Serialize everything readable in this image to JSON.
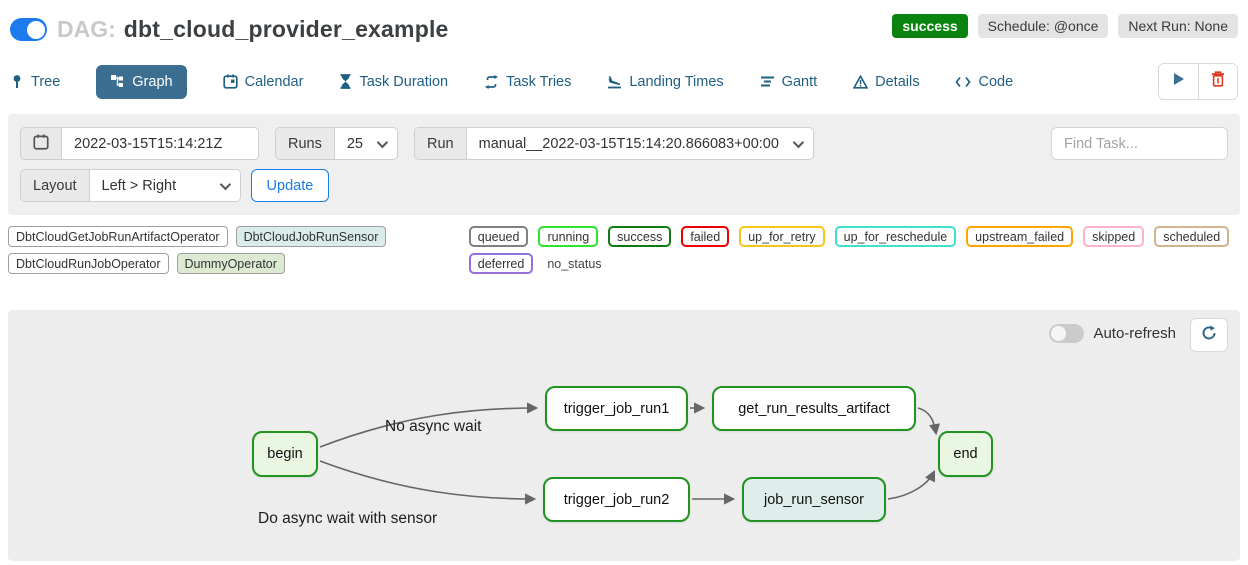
{
  "header": {
    "dag_prefix": "DAG:",
    "dag_title": "dbt_cloud_provider_example",
    "status_badge": "success",
    "schedule_badge": "Schedule: @once",
    "next_run_badge": "Next Run: None"
  },
  "tabs": [
    {
      "label": "Tree",
      "icon": "tree-icon",
      "active": false
    },
    {
      "label": "Graph",
      "icon": "graph-icon",
      "active": true
    },
    {
      "label": "Calendar",
      "icon": "calendar-icon",
      "active": false
    },
    {
      "label": "Task Duration",
      "icon": "hourglass-icon",
      "active": false
    },
    {
      "label": "Task Tries",
      "icon": "repeat-icon",
      "active": false
    },
    {
      "label": "Landing Times",
      "icon": "plane-landing-icon",
      "active": false
    },
    {
      "label": "Gantt",
      "icon": "gantt-icon",
      "active": false
    },
    {
      "label": "Details",
      "icon": "warning-triangle-icon",
      "active": false
    },
    {
      "label": "Code",
      "icon": "code-icon",
      "active": false
    }
  ],
  "dag_actions": {
    "play": "trigger-dag-button",
    "delete": "delete-dag-button"
  },
  "filters": {
    "base_date_value": "2022-03-15T15:14:21Z",
    "runs_label": "Runs",
    "runs_value": "25",
    "run_label": "Run",
    "run_value": "manual__2022-03-15T15:14:20.866083+00:00",
    "find_task_placeholder": "Find Task...",
    "layout_label": "Layout",
    "layout_value": "Left > Right",
    "update_label": "Update"
  },
  "legend": {
    "operators": [
      {
        "label": "DbtCloudGetJobRunArtifactOperator",
        "fill": "#ffffff"
      },
      {
        "label": "DbtCloudJobRunSensor",
        "fill": "#d9ece9"
      },
      {
        "label": "DbtCloudRunJobOperator",
        "fill": "#ffffff"
      },
      {
        "label": "DummyOperator",
        "fill": "#dcead2"
      }
    ],
    "statuses": [
      {
        "label": "queued",
        "color": "#808080"
      },
      {
        "label": "running",
        "color": "#2ce52c"
      },
      {
        "label": "success",
        "color": "#0e7c12"
      },
      {
        "label": "failed",
        "color": "#ee0000"
      },
      {
        "label": "up_for_retry",
        "color": "#f5c518"
      },
      {
        "label": "up_for_reschedule",
        "color": "#40e0d0"
      },
      {
        "label": "upstream_failed",
        "color": "#ffa500"
      },
      {
        "label": "skipped",
        "color": "#ffb3c8"
      },
      {
        "label": "scheduled",
        "color": "#d2b48c"
      },
      {
        "label": "deferred",
        "color": "#9370db"
      }
    ],
    "no_status_label": "no_status"
  },
  "graph": {
    "auto_refresh_label": "Auto-refresh",
    "refresh_icon": "refresh-icon",
    "nodes": [
      {
        "id": "begin",
        "label": "begin",
        "fill": "#e9f6e2"
      },
      {
        "id": "trigger_job_run1",
        "label": "trigger_job_run1",
        "fill": "#ffffff"
      },
      {
        "id": "get_run_results_artifact",
        "label": "get_run_results_artifact",
        "fill": "#ffffff"
      },
      {
        "id": "trigger_job_run2",
        "label": "trigger_job_run2",
        "fill": "#ffffff"
      },
      {
        "id": "job_run_sensor",
        "label": "job_run_sensor",
        "fill": "#dfeeeb"
      },
      {
        "id": "end",
        "label": "end",
        "fill": "#e9f6e2"
      }
    ],
    "edge_labels": [
      {
        "text": "No async wait"
      },
      {
        "text": "Do async wait with sensor"
      }
    ],
    "colors": {
      "node_border": "#209320",
      "edge": "#666666"
    }
  }
}
